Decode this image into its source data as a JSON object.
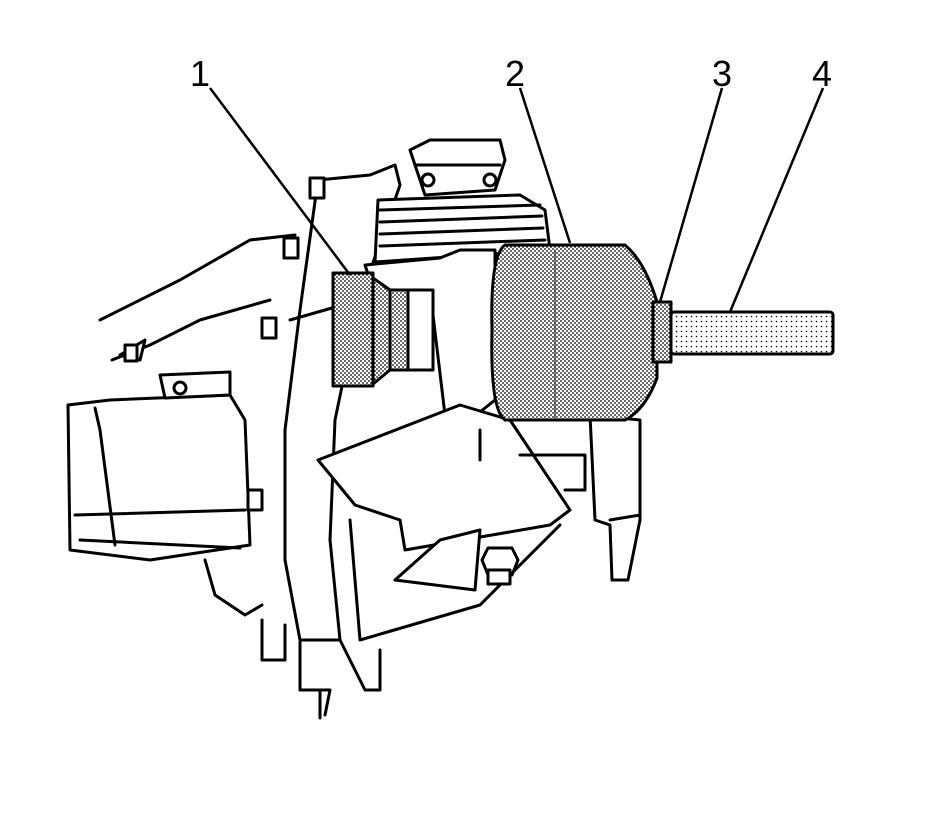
{
  "callouts": [
    {
      "id": "1",
      "label": "1"
    },
    {
      "id": "2",
      "label": "2"
    },
    {
      "id": "3",
      "label": "3"
    },
    {
      "id": "4",
      "label": "4"
    }
  ],
  "colors": {
    "line": "#000000",
    "background": "#ffffff",
    "shade": "#9a9a9a"
  }
}
